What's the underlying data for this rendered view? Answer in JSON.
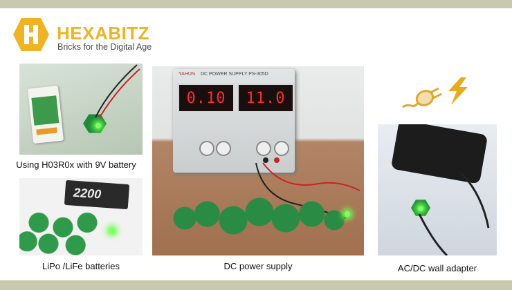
{
  "brand": {
    "name": "HEXABITZ",
    "tagline": "Bricks for the Digital Age",
    "logo_icon": "hexagon-h-logo-icon",
    "accent_color": "#f0b323"
  },
  "power_icon": "plug-lightning-icon",
  "panels": [
    {
      "caption": "Using H03R0x with 9V battery",
      "image": "9v-battery-photo"
    },
    {
      "caption": "LiPo /LiFe batteries",
      "image": "lipo-battery-photo",
      "battery_label": "2200"
    },
    {
      "caption": "DC power supply",
      "image": "dc-power-supply-photo",
      "supply_brand": "YAHUN",
      "supply_model": "DC POWER SUPPLY  PS-305D",
      "current_display": "0.10",
      "voltage_display": "11.0"
    },
    {
      "caption": "AC/DC wall adapter",
      "image": "wall-adapter-photo"
    }
  ],
  "colors": {
    "band": "#c8caaf",
    "display_red": "#ff2a2a",
    "pcb_green": "#1f8a3a"
  }
}
